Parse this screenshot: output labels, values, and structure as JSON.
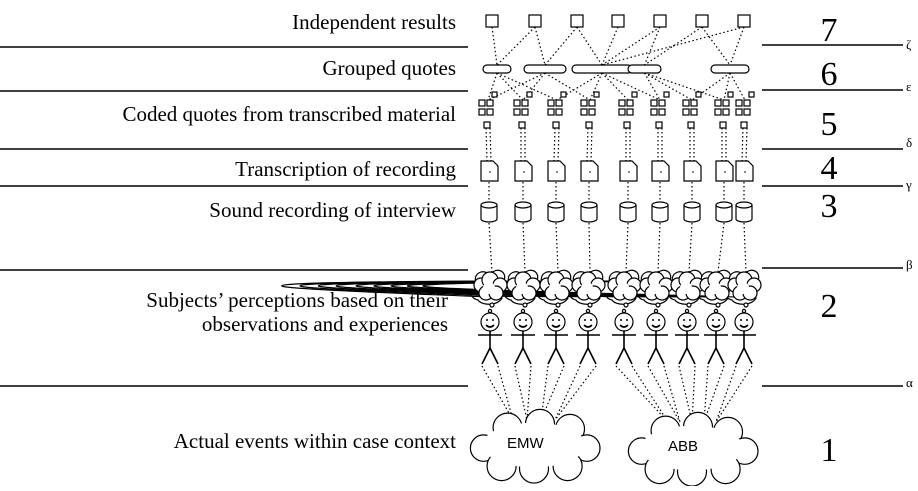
{
  "levels": [
    {
      "label": "Independent results",
      "number": "7"
    },
    {
      "label": "Grouped quotes",
      "number": "6"
    },
    {
      "label": "Coded quotes from transcribed material",
      "number": "5"
    },
    {
      "label": "Transcription of recording",
      "number": "4"
    },
    {
      "label": "Sound recording of interview",
      "number": "3"
    },
    {
      "label_line1": "Subjects’ perceptions based on their",
      "label_line2": "observations and experiences",
      "number": "2"
    },
    {
      "label": "Actual events within case context",
      "number": "1"
    }
  ],
  "transitions": [
    "ζ",
    "ε",
    "δ",
    "γ",
    "β",
    "α"
  ],
  "sources": [
    "EMW",
    "ABB"
  ],
  "icons": [
    "result-square-icon",
    "grouped-quotes-icon",
    "coded-quote-icon",
    "transcript-document-icon",
    "sound-recording-cylinder-icon",
    "thought-cloud-icon",
    "stick-figure-subject-icon",
    "case-cloud-icon"
  ]
}
